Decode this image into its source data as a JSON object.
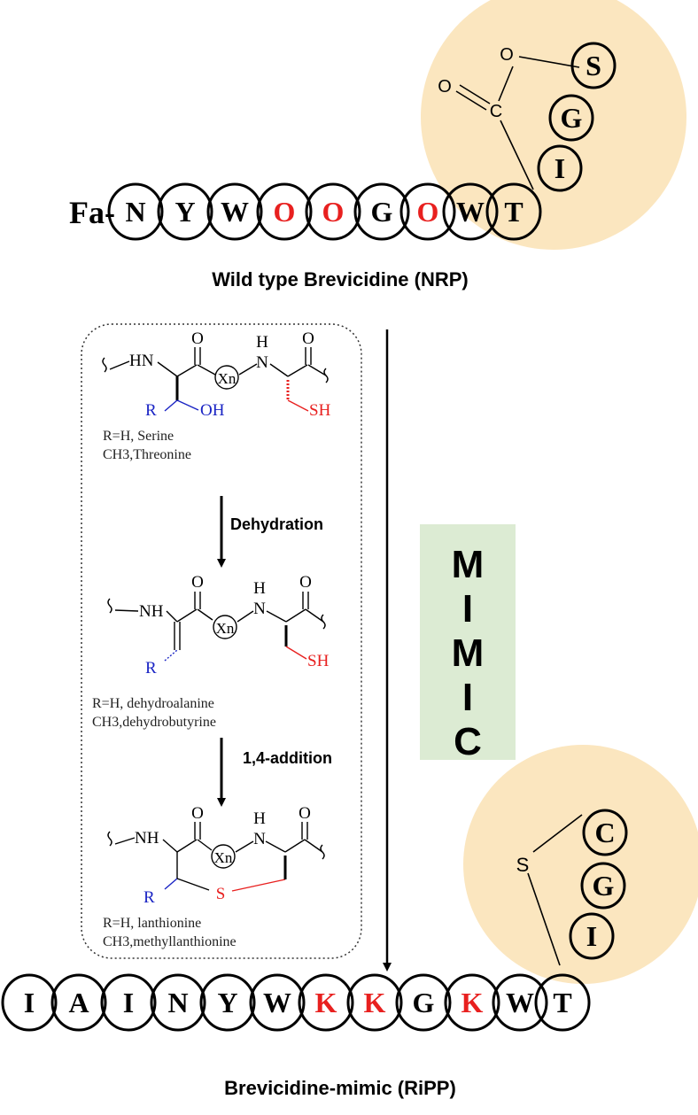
{
  "colors": {
    "highlight": "#fbe6bf",
    "accent_red": "#e8201f",
    "accent_blue": "#1a24c4",
    "mimic_box": "#dcebd3",
    "ink": "#000000"
  },
  "wild_type": {
    "prefix": "Fa-",
    "residues": [
      {
        "letter": "N",
        "red": false
      },
      {
        "letter": "Y",
        "red": false
      },
      {
        "letter": "W",
        "red": false
      },
      {
        "letter": "O",
        "red": true
      },
      {
        "letter": "O",
        "red": true
      },
      {
        "letter": "G",
        "red": false
      },
      {
        "letter": "O",
        "red": true
      },
      {
        "letter": "W",
        "red": false
      },
      {
        "letter": "T",
        "red": false
      }
    ],
    "ring_residues": [
      "I",
      "G",
      "S"
    ],
    "ester_o": "O",
    "carbonyl_o": "O",
    "carbon": "C",
    "caption": "Wild type Brevicidine (NRP)"
  },
  "mimic": {
    "residues": [
      {
        "letter": "I",
        "red": false
      },
      {
        "letter": "A",
        "red": false
      },
      {
        "letter": "I",
        "red": false
      },
      {
        "letter": "N",
        "red": false
      },
      {
        "letter": "Y",
        "red": false
      },
      {
        "letter": "W",
        "red": false
      },
      {
        "letter": "K",
        "red": true
      },
      {
        "letter": "K",
        "red": true
      },
      {
        "letter": "G",
        "red": false
      },
      {
        "letter": "K",
        "red": true
      },
      {
        "letter": "W",
        "red": false
      },
      {
        "letter": "T",
        "red": false
      }
    ],
    "ring_residues": [
      "I",
      "G",
      "C"
    ],
    "sulfur": "S",
    "caption": "Brevicidine-mimic (RiPP)"
  },
  "mimic_label": [
    "M",
    "I",
    "M",
    "I",
    "C"
  ],
  "scheme": {
    "step1": {
      "nh": "HN",
      "h": "H",
      "n": "N",
      "o1": "O",
      "o2": "O",
      "xn": "Xn",
      "r": "R",
      "oh": "OH",
      "sh": "SH",
      "note1": "R=H, Serine",
      "note2": "CH3,Threonine"
    },
    "arrow1": "Dehydration",
    "step2": {
      "nh": "NH",
      "h": "H",
      "n": "N",
      "o1": "O",
      "o2": "O",
      "xn": "Xn",
      "r": "R",
      "sh": "SH",
      "note1": "R=H, dehydroalanine",
      "note2": "CH3,dehydrobutyrine"
    },
    "arrow2": "1,4-addition",
    "step3": {
      "nh": "NH",
      "h": "H",
      "n": "N",
      "o1": "O",
      "o2": "O",
      "xn": "Xn",
      "r": "R",
      "s": "S",
      "note1": "R=H, lanthionine",
      "note2": "CH3,methyllanthionine"
    }
  }
}
